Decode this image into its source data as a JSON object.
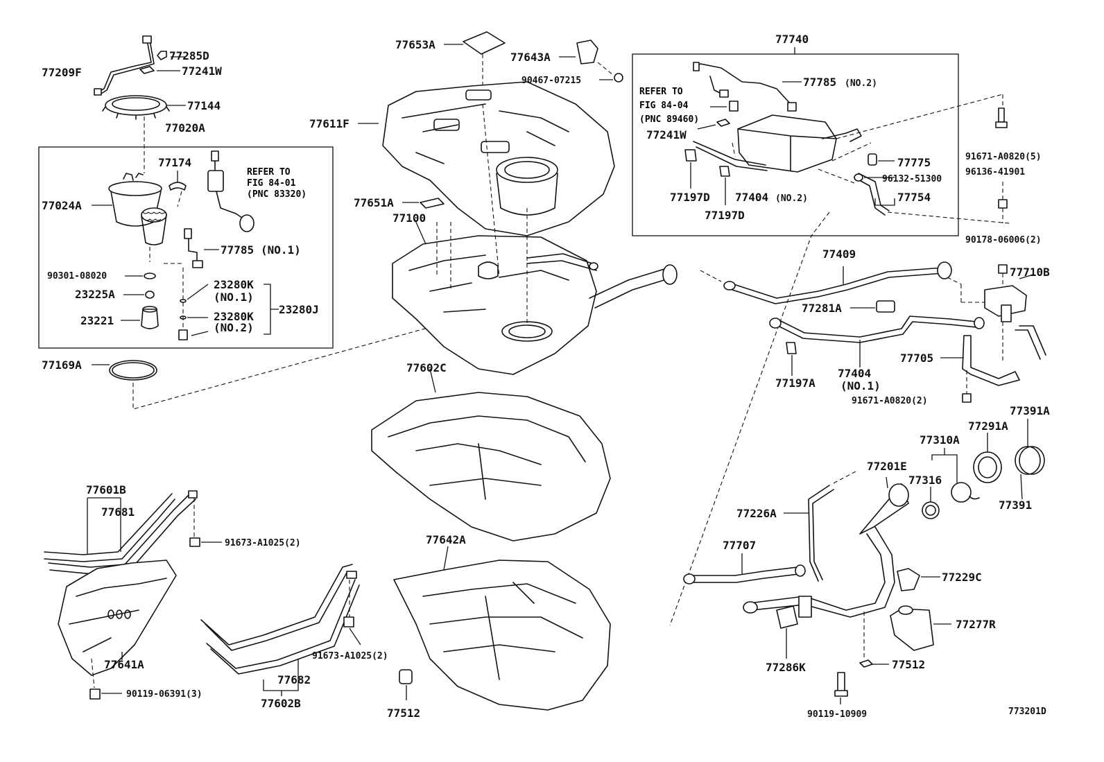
{
  "diagram": {
    "drawing_code": "773201D",
    "refer_notes": [
      {
        "line1": "REFER TO",
        "line2": "FIG 84-01",
        "line3": "(PNC 83320)"
      },
      {
        "line1": "REFER TO",
        "line2": "FIG 84-04",
        "line3": "(PNC 89460)"
      }
    ],
    "labels": {
      "p77285D": "77285D",
      "p77209F": "77209F",
      "p77241W_a": "77241W",
      "p77144": "77144",
      "p77020A": "77020A",
      "p77174": "77174",
      "p77024A": "77024A",
      "p77785_1": "77785",
      "p77785_1_q": "(NO.1)",
      "p90301": "90301-08020",
      "p23225A": "23225A",
      "p23280K_1": "23280K",
      "p23280K_1_q": "(NO.1)",
      "p23221": "23221",
      "p23280K_2": "23280K",
      "p23280K_2_q": "(NO.2)",
      "p23280J": "23280J",
      "p77169A": "77169A",
      "p77653A": "77653A",
      "p77643A": "77643A",
      "p90467": "90467-07215",
      "p77611F": "77611F",
      "p77651A": "77651A",
      "p77100": "77100",
      "p77602C": "77602C",
      "p77740": "77740",
      "p77785_2": "77785",
      "p77785_2_q": "(NO.2)",
      "p77241W_b": "77241W",
      "p77775": "77775",
      "p96132": "96132-51300",
      "p77754": "77754",
      "p77197D_a": "77197D",
      "p77404_2": "77404",
      "p77404_2_q": "(NO.2)",
      "p77197D_b": "77197D",
      "p91671_5": "91671-A0820(5)",
      "p96136": "96136-41901",
      "p90178": "90178-06006(2)",
      "p77710B": "77710B",
      "p77409": "77409",
      "p77281A": "77281A",
      "p77705": "77705",
      "p77404_1": "77404",
      "p77404_1_q": "(NO.1)",
      "p77197A": "77197A",
      "p91671_2": "91671-A0820(2)",
      "p77391A": "77391A",
      "p77291A": "77291A",
      "p77310A": "77310A",
      "p77201E": "77201E",
      "p77316": "77316",
      "p77391": "77391",
      "p77226A": "77226A",
      "p77707": "77707",
      "p77229C": "77229C",
      "p77277R": "77277R",
      "p77286K": "77286K",
      "p77512_r": "77512",
      "p90119_10909": "90119-10909",
      "p77601B": "77601B",
      "p77681": "77681",
      "p91673_a": "91673-A1025(2)",
      "p77641A": "77641A",
      "p90119_06391": "90119-06391(3)",
      "p77642A": "77642A",
      "p91673_b": "91673-A1025(2)",
      "p77682": "77682",
      "p77602B": "77602B",
      "p77512_c": "77512"
    }
  }
}
